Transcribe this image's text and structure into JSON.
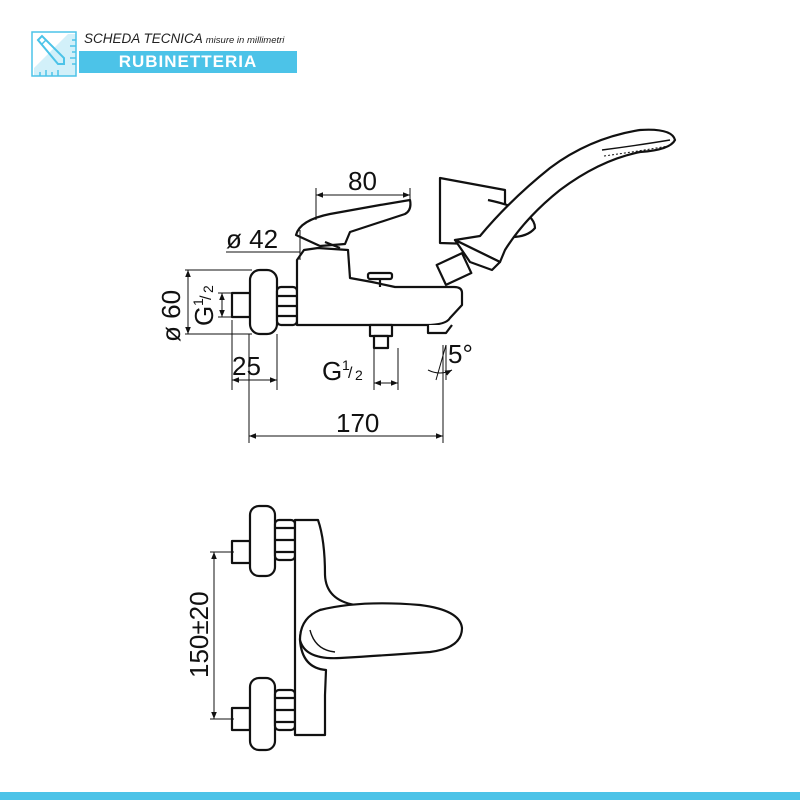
{
  "header": {
    "title": "SCHEDA TECNICA",
    "subtitle": "misure in millimetri",
    "badge": "RUBINETTERIA",
    "icon": "ruler-pencil-icon",
    "accent_color": "#4cc3e8"
  },
  "dimensions": {
    "lever_length": "80",
    "body_diameter": "ø 42",
    "flange_diameter": "ø 60",
    "inlet_thread": "G",
    "outlet_thread": "G",
    "thread_fraction_num": "1",
    "thread_fraction_den": "2",
    "inlet_offset": "25",
    "total_length": "170",
    "spout_angle": "5°",
    "center_distance": "150±20"
  }
}
